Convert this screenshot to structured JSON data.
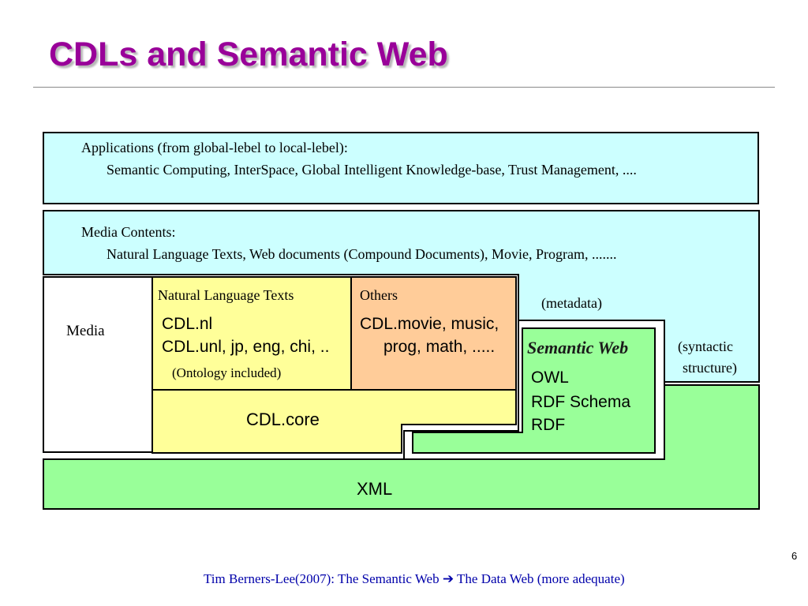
{
  "slide": {
    "title": "CDLs and Semantic Web",
    "page_number": "6"
  },
  "diagram": {
    "applications": {
      "heading": "Applications (from global-lebel to local-lebel):",
      "items": "Semantic Computing, InterSpace, Global Intelligent Knowledge-base, Trust Management, ...."
    },
    "media_contents": {
      "heading": "Media Contents:",
      "items": "Natural Language Texts, Web documents (Compound Documents), Movie, Program, ......."
    },
    "media_label": "Media",
    "nlt": {
      "heading": "Natural Language Texts",
      "line1": "CDL.nl",
      "line2": "CDL.unl, jp, eng, chi, ..",
      "note": "(Ontology included)"
    },
    "others": {
      "heading": "Others",
      "line1": "CDL.movie, music,",
      "line2": "prog, math, ....."
    },
    "cdl_core": "CDL.core",
    "metadata_label": "(metadata)",
    "semantic_web": {
      "title": "Semantic Web",
      "items": [
        "OWL",
        "RDF Schema",
        "RDF"
      ]
    },
    "syntactic": {
      "line1": "(syntactic",
      "line2": "structure)"
    },
    "xml": "XML",
    "colors": {
      "cyan": "#ccffff",
      "yellow": "#ffff99",
      "orange": "#ffcc99",
      "green": "#99ff99",
      "title": "#990099",
      "footer": "#0000aa"
    }
  },
  "footer": {
    "text_before": "Tim Berners-Lee(2007): The Semantic Web",
    "arrow_icon": "right-arrow-icon",
    "arrow_glyph": "➔",
    "text_after": "The Data Web (more adequate)"
  }
}
